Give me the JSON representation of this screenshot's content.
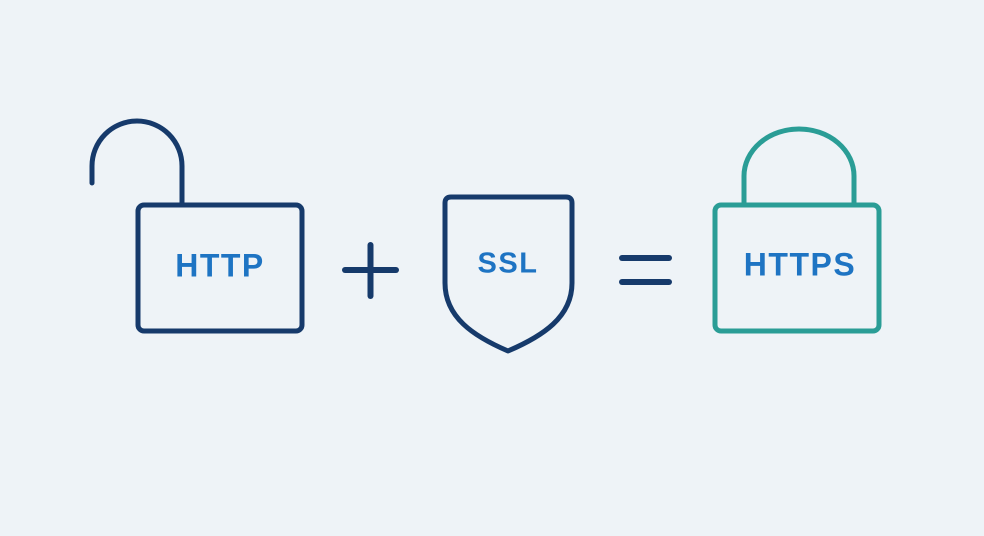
{
  "colors": {
    "background": "#eef3f7",
    "navy": "#163a6b",
    "label_blue": "#1e74c3",
    "teal": "#2a9d96"
  },
  "diagram": {
    "http": {
      "label": "HTTP",
      "icon": "open-padlock-icon"
    },
    "operator_plus": {
      "symbol": "+",
      "icon": "plus-icon"
    },
    "ssl": {
      "label": "SSL",
      "icon": "shield-icon"
    },
    "operator_equals": {
      "symbol": "=",
      "icon": "equals-icon"
    },
    "https": {
      "label": "HTTPS",
      "icon": "closed-padlock-icon"
    }
  }
}
